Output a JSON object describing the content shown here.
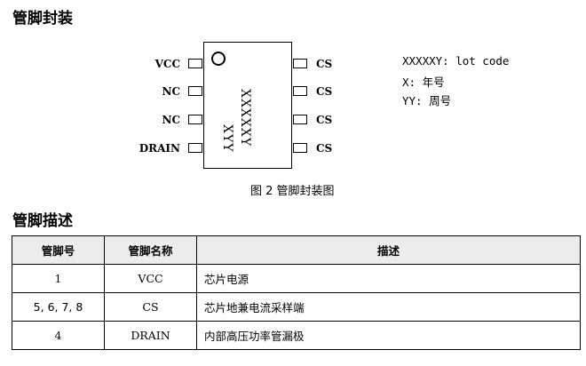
{
  "headings": {
    "package": "管脚封装",
    "description": "管脚描述"
  },
  "diagram": {
    "left_pins": [
      "VCC",
      "NC",
      "NC",
      "DRAIN"
    ],
    "right_pins": [
      "CS",
      "CS",
      "CS",
      "CS"
    ],
    "marking_line1": "XXXXXY",
    "marking_line2": "XYY",
    "caption": "图 2  管脚封装图"
  },
  "legend": [
    "XXXXXY: lot code",
    "X: 年号",
    "YY: 周号"
  ],
  "table": {
    "headers": [
      "管脚号",
      "管脚名称",
      "描述"
    ],
    "rows": [
      [
        "1",
        "VCC",
        "芯片电源"
      ],
      [
        "5, 6, 7, 8",
        "CS",
        "芯片地兼电流采样端"
      ],
      [
        "4",
        "DRAIN",
        "内部高压功率管漏极"
      ]
    ]
  }
}
